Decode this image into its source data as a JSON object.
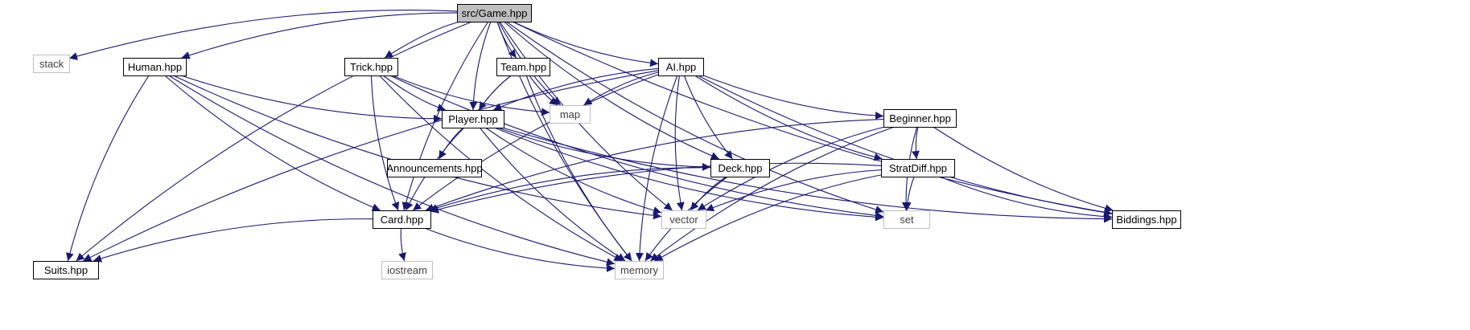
{
  "colors": {
    "edge": "#191970",
    "node_border": "#000000",
    "external_border": "#bfbfbf",
    "root_fill": "#bfbfbf",
    "text": "#000000",
    "external_text": "#404040"
  },
  "nodes": [
    {
      "id": "game",
      "label": "src/Game.hpp",
      "kind": "root"
    },
    {
      "id": "stack",
      "label": "stack",
      "kind": "external"
    },
    {
      "id": "human",
      "label": "Human.hpp",
      "kind": "local"
    },
    {
      "id": "trick",
      "label": "Trick.hpp",
      "kind": "local"
    },
    {
      "id": "team",
      "label": "Team.hpp",
      "kind": "local"
    },
    {
      "id": "ai",
      "label": "AI.hpp",
      "kind": "local"
    },
    {
      "id": "player",
      "label": "Player.hpp",
      "kind": "local"
    },
    {
      "id": "map",
      "label": "map",
      "kind": "external"
    },
    {
      "id": "beginner",
      "label": "Beginner.hpp",
      "kind": "local"
    },
    {
      "id": "announcements",
      "label": "Announcements.hpp",
      "kind": "local"
    },
    {
      "id": "deck",
      "label": "Deck.hpp",
      "kind": "local"
    },
    {
      "id": "stratdiff",
      "label": "StratDiff.hpp",
      "kind": "local"
    },
    {
      "id": "card",
      "label": "Card.hpp",
      "kind": "local"
    },
    {
      "id": "vector",
      "label": "vector",
      "kind": "external"
    },
    {
      "id": "set",
      "label": "set",
      "kind": "external"
    },
    {
      "id": "biddings",
      "label": "Biddings.hpp",
      "kind": "local"
    },
    {
      "id": "suits",
      "label": "Suits.hpp",
      "kind": "local"
    },
    {
      "id": "iostream",
      "label": "iostream",
      "kind": "external"
    },
    {
      "id": "memory",
      "label": "memory",
      "kind": "external"
    }
  ],
  "edges": [
    [
      "game",
      "stack"
    ],
    [
      "game",
      "human"
    ],
    [
      "game",
      "trick"
    ],
    [
      "game",
      "team"
    ],
    [
      "game",
      "ai"
    ],
    [
      "game",
      "player"
    ],
    [
      "game",
      "map"
    ],
    [
      "game",
      "deck"
    ],
    [
      "game",
      "card"
    ],
    [
      "game",
      "vector"
    ],
    [
      "game",
      "set"
    ],
    [
      "game",
      "biddings"
    ],
    [
      "game",
      "suits"
    ],
    [
      "game",
      "memory"
    ],
    [
      "human",
      "player"
    ],
    [
      "human",
      "card"
    ],
    [
      "human",
      "vector"
    ],
    [
      "human",
      "suits"
    ],
    [
      "human",
      "memory"
    ],
    [
      "trick",
      "player"
    ],
    [
      "trick",
      "map"
    ],
    [
      "trick",
      "card"
    ],
    [
      "trick",
      "set"
    ],
    [
      "trick",
      "memory"
    ],
    [
      "team",
      "player"
    ],
    [
      "team",
      "map"
    ],
    [
      "team",
      "memory"
    ],
    [
      "ai",
      "player"
    ],
    [
      "ai",
      "map"
    ],
    [
      "ai",
      "beginner"
    ],
    [
      "ai",
      "deck"
    ],
    [
      "ai",
      "stratdiff"
    ],
    [
      "ai",
      "card"
    ],
    [
      "ai",
      "vector"
    ],
    [
      "ai",
      "biddings"
    ],
    [
      "ai",
      "suits"
    ],
    [
      "ai",
      "memory"
    ],
    [
      "player",
      "announcements"
    ],
    [
      "player",
      "deck"
    ],
    [
      "player",
      "card"
    ],
    [
      "player",
      "vector"
    ],
    [
      "player",
      "set"
    ],
    [
      "player",
      "biddings"
    ],
    [
      "player",
      "memory"
    ],
    [
      "beginner",
      "stratdiff"
    ],
    [
      "beginner",
      "card"
    ],
    [
      "beginner",
      "vector"
    ],
    [
      "beginner",
      "set"
    ],
    [
      "beginner",
      "biddings"
    ],
    [
      "beginner",
      "memory"
    ],
    [
      "deck",
      "card"
    ],
    [
      "deck",
      "vector"
    ],
    [
      "deck",
      "memory"
    ],
    [
      "stratdiff",
      "card"
    ],
    [
      "stratdiff",
      "vector"
    ],
    [
      "stratdiff",
      "set"
    ],
    [
      "stratdiff",
      "biddings"
    ],
    [
      "stratdiff",
      "memory"
    ],
    [
      "card",
      "suits"
    ],
    [
      "card",
      "iostream"
    ],
    [
      "card",
      "memory"
    ]
  ]
}
